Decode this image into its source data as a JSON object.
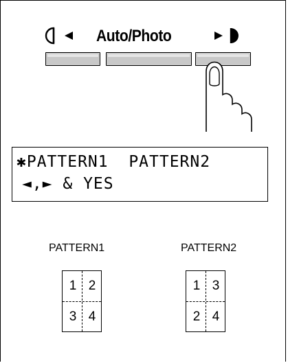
{
  "control_panel": {
    "density_label": "Auto/Photo",
    "lighter_icon": "lighter-density-icon",
    "darker_icon": "darker-density-icon"
  },
  "display": {
    "line1": "✱PATTERN1  PATTERN2",
    "line2": "◄,► & YES"
  },
  "patterns": [
    {
      "label": "PATTERN1",
      "cells": [
        "1",
        "2",
        "3",
        "4"
      ]
    },
    {
      "label": "PATTERN2",
      "cells": [
        "1",
        "3",
        "2",
        "4"
      ]
    }
  ]
}
